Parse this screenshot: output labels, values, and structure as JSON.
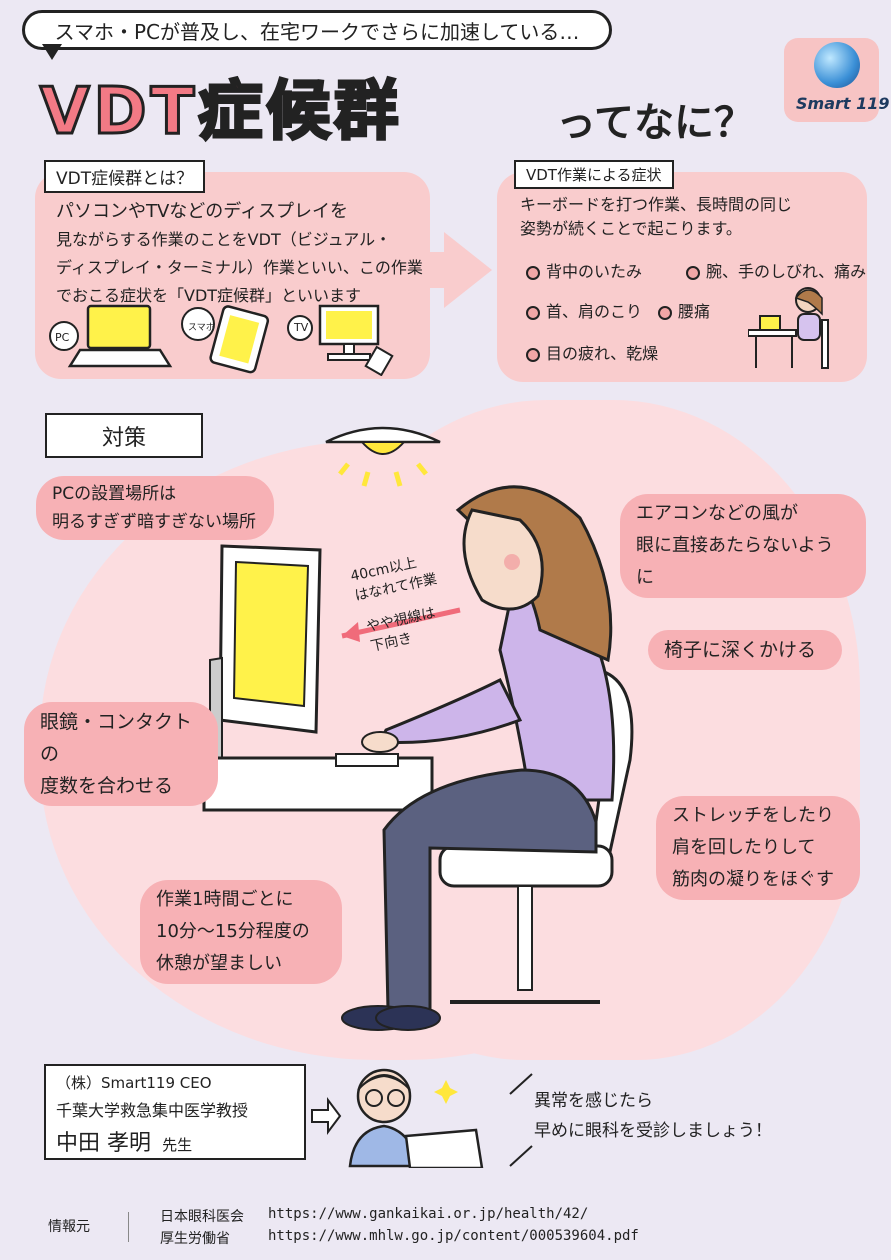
{
  "header": {
    "bubble": "スマホ・PCが普及し、在宅ワークでさらに加速している…",
    "title": "VDT症候群",
    "subtitle": "ってなに？",
    "logo_text": "Smart 119"
  },
  "card_left": {
    "label": "VDT症候群とは？",
    "text_lines": [
      "パソコンやTVなどのディスプレイを",
      "見ながらする作業のことをVDT（ビジュアル・",
      "ディスプレイ・ターミナル）作業といい、この作業",
      "でおこる症状を「VDT症候群」といいます"
    ],
    "device_labels": [
      "PC",
      "スマホ",
      "TV"
    ]
  },
  "card_right": {
    "label": "VDT作業による症状",
    "text_lines": [
      "キーボードを打つ作業、長時間の同じ",
      "姿勢が続くことで起こります。"
    ],
    "symptoms": [
      "背中のいたみ",
      "腕、手のしびれ、痛み",
      "首、肩のこり",
      "腰痛",
      "目の疲れ、乾燥"
    ]
  },
  "measures": {
    "label": "対策",
    "tips": {
      "lighting": [
        "PCの設置場所は",
        "明るすぎず暗すぎない場所"
      ],
      "aircon": [
        "エアコンなどの風が",
        "眼に直接あたらないように"
      ],
      "chair": [
        "椅子に深くかける"
      ],
      "glasses": [
        "眼鏡・コンタクトの",
        "度数を合わせる"
      ],
      "stretch": [
        "ストレッチをしたり",
        "肩を回したりして",
        "筋肉の凝りをほぐす"
      ],
      "break": [
        "作業1時間ごとに",
        "10分～15分程度の",
        "休憩が望ましい"
      ]
    },
    "distance_note": [
      "40cm以上",
      "はなれて作業"
    ],
    "gaze_note": [
      "やや視線は",
      "下向き"
    ]
  },
  "credit": {
    "line1": "（株）Smart119 CEO",
    "line2": "千葉大学救急集中医学教授",
    "name": "中田 孝明",
    "honorific": "先生",
    "message": [
      "異常を感じたら",
      "早めに眼科を受診しましょう！"
    ]
  },
  "footer": {
    "source_label": "情報元",
    "sources": [
      {
        "org": "日本眼科医会",
        "url": "https://www.gankaikai.or.jp/health/42/"
      },
      {
        "org": "厚生労働省",
        "url": "https://www.mhlw.go.jp/content/000539604.pdf"
      }
    ]
  },
  "colors": {
    "accent_pink": "#f27a85",
    "card_pink": "#f9cccd",
    "background": "#ece8f3",
    "screen_yellow": "#fff24a"
  }
}
